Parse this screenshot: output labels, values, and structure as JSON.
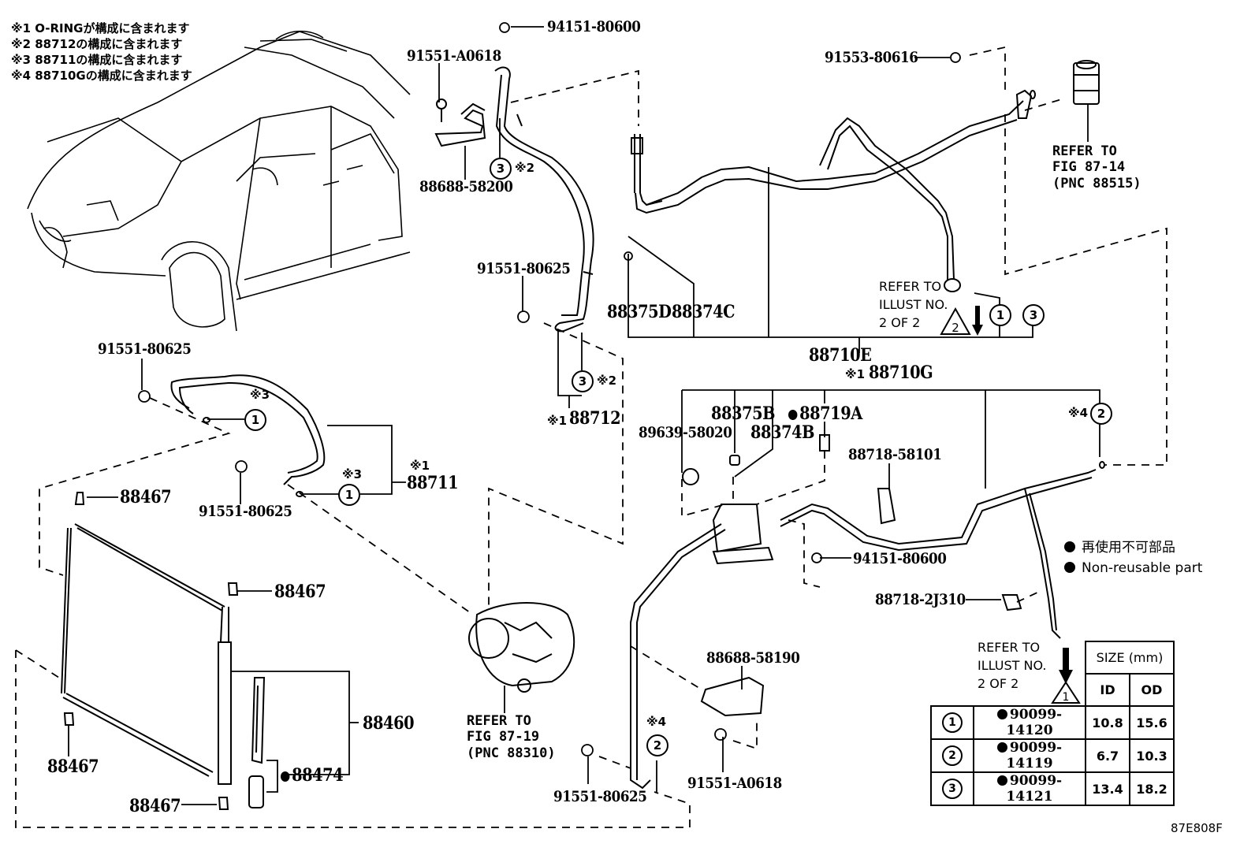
{
  "notes": [
    "※1 O-RINGが構成に含まれます",
    "※2 88712の構成に含まれます",
    "※3 88711の構成に含まれます",
    "※4 88710Gの構成に含まれます"
  ],
  "parts": {
    "p94151_80600_top": "94151-80600",
    "p91551_A0618_top": "91551-A0618",
    "p88688_58200": "88688-58200",
    "p91553_80616": "91553-80616",
    "p91551_80625_mid": "91551-80625",
    "p88375D": "88375D",
    "p88374C": "88374C",
    "p88710E": "88710E",
    "p88710G": "88710G",
    "p88712": "88712",
    "p91551_80625_left": "91551-80625",
    "p88711": "88711",
    "p91551_80625_hose": "91551-80625",
    "p88467_a": "88467",
    "p88467_b": "88467",
    "p88467_c": "88467",
    "p88467_d": "88467",
    "p88460": "88460",
    "p88474": "88474",
    "p89639_58020": "89639-58020",
    "p88375B": "88375B",
    "p88374B": "88374B",
    "p88719A": "88719A",
    "p88718_58101": "88718-58101",
    "p94151_80600_bot": "94151-80600",
    "p88718_2J310": "88718-2J310",
    "p88688_58190": "88688-58190",
    "p91551_A0618_bot": "91551-A0618",
    "p91551_80625_bot": "91551-80625"
  },
  "marks": {
    "k1": "※1",
    "k2": "※2",
    "k3": "※3",
    "k4": "※4"
  },
  "circles": {
    "one": "1",
    "two": "2",
    "three": "3"
  },
  "refs": {
    "fig_87_14": [
      "REFER TO",
      "FIG 87-14",
      "(PNC 88515)"
    ],
    "fig_87_19": [
      "REFER TO",
      "FIG 87-19",
      "(PNC 88310)"
    ],
    "illust_2": [
      "REFER TO",
      "ILLUST NO.",
      "2 OF 2"
    ],
    "illust_1": [
      "REFER TO",
      "ILLUST NO.",
      "2 OF 2"
    ],
    "tri2": "2",
    "tri1": "1"
  },
  "legend": {
    "jp": "再使用不可部品",
    "en": "Non-reusable part"
  },
  "size_table": {
    "header": "SIZE (mm)",
    "cols": [
      "ID",
      "OD"
    ],
    "rows": [
      {
        "idx": "1",
        "part": "90099-14120",
        "id": "10.8",
        "od": "15.6"
      },
      {
        "idx": "2",
        "part": "90099-14119",
        "id": "6.7",
        "od": "10.3"
      },
      {
        "idx": "3",
        "part": "90099-14121",
        "id": "13.4",
        "od": "18.2"
      }
    ]
  },
  "figure_id": "87E808F"
}
